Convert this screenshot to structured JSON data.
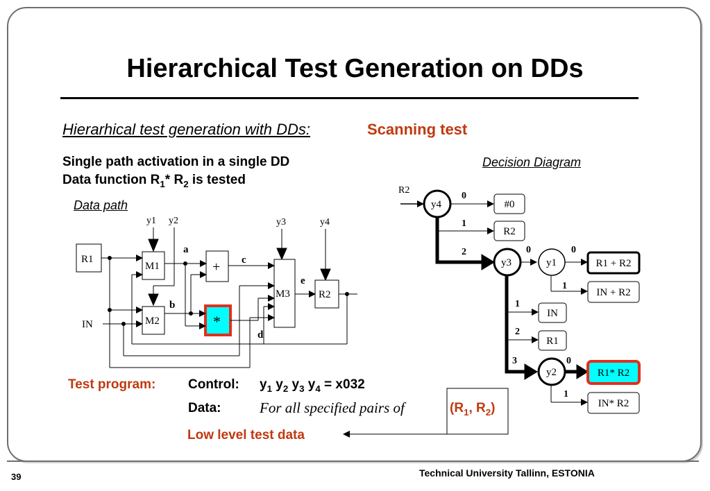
{
  "title": "Hierarchical Test Generation on DDs",
  "subtitle": {
    "italic": "Hierarhical test generation with DDs:",
    "emph": "Scanning test"
  },
  "intro": {
    "line1": "Single path activation in a single DD",
    "line2_pre": "Data function R",
    "line2_mid": "* R",
    "line2_post": " is tested",
    "sub1": "1",
    "sub2": "2"
  },
  "labels": {
    "data_path": "Data path",
    "decision_diagram": "Decision Diagram"
  },
  "datapath": {
    "ctrl": [
      "y1",
      "y2",
      "y3",
      "y4"
    ],
    "blocks": {
      "r1": "R1",
      "m1": "M1",
      "m2": "M2",
      "m3": "M3",
      "plus": "+",
      "mult": "*",
      "r2": "R2"
    },
    "wires": {
      "a": "a",
      "b": "b",
      "c": "c",
      "d": "d",
      "e": "e"
    },
    "input": "IN"
  },
  "dd": {
    "nodes": {
      "y4": "y4",
      "y3": "y3",
      "y1": "y1",
      "y2": "y2"
    },
    "root_input": "R2",
    "edges": {
      "y4_0": "0",
      "y4_1": "1",
      "y4_2": "2",
      "y3_0": "0",
      "y3_1": "1",
      "y3_2": "2",
      "y3_3": "3",
      "y1_0": "0",
      "y1_1": "1",
      "y2_0": "0",
      "y2_1": "1"
    },
    "terminals": {
      "t_hash0": "#0",
      "t_r2": "R2",
      "t_r1plusr2": "R1 + R2",
      "t_inplusr2": "IN + R2",
      "t_in": "IN",
      "t_r1": "R1",
      "t_r1multr2": "R1* R2",
      "t_inmultr2": "IN* R2"
    }
  },
  "test_program": {
    "label": "Test program:",
    "control_label": "Control:",
    "control_pre": "y",
    "control_value": " = x032",
    "data_label": "Data:",
    "data_text": "For all specified pairs of",
    "pair": "(R1, R2)",
    "low_level": "Low level test data"
  },
  "footer": {
    "page": "39",
    "university": "Technical University Tallinn, ESTONIA"
  },
  "colors": {
    "accent_red": "#c0390f",
    "highlight_cyan": "#00ffff",
    "highlight_border": "#e0301e"
  }
}
